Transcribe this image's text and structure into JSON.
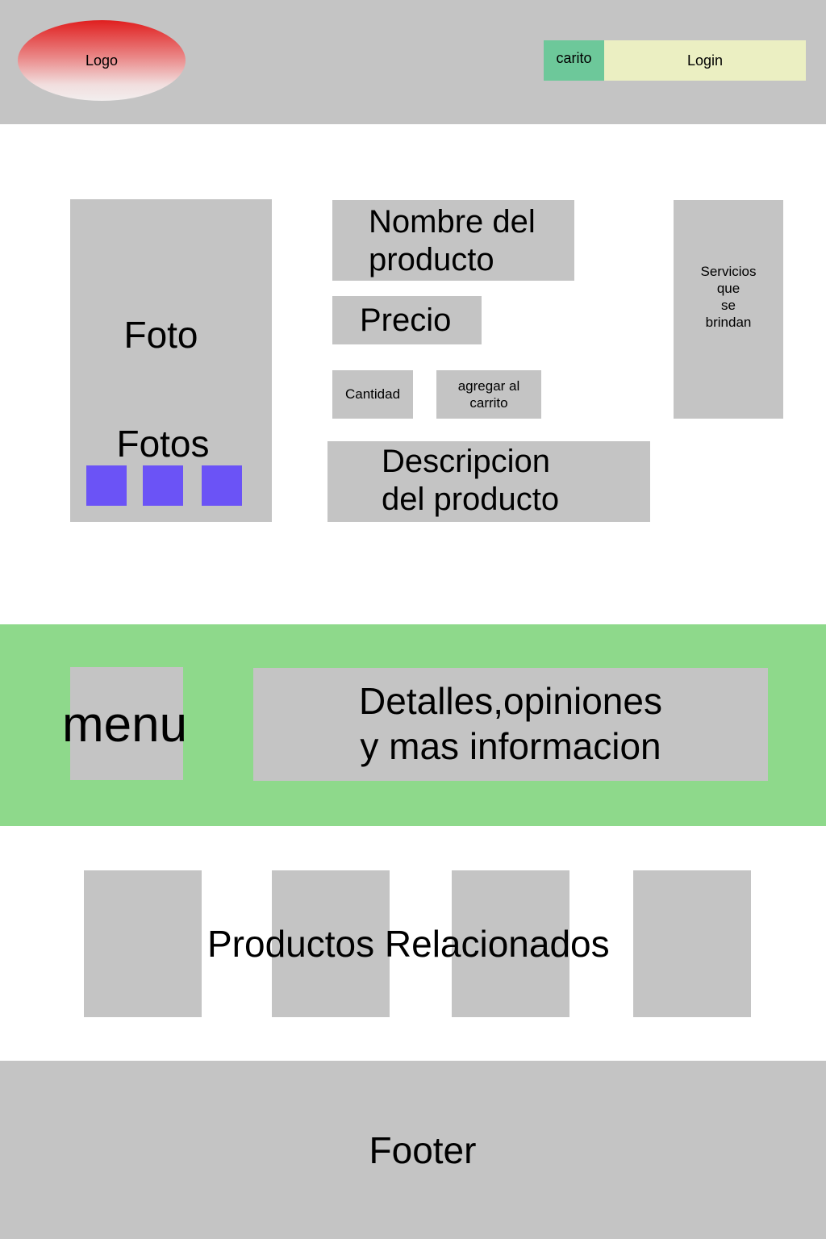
{
  "header": {
    "logo_label": "Logo",
    "cart_label": "carito",
    "login_label": "Login"
  },
  "product": {
    "photo_label": "Foto",
    "photos_label": "Fotos",
    "thumbnail_color": "#6b53f6",
    "name_line1": "Nombre del",
    "name_line2": "producto",
    "price_label": "Precio",
    "quantity_label": "Cantidad",
    "add_to_cart_label": "agregar al carrito",
    "services_lines": [
      "Servicios",
      "que",
      "se",
      "brindan"
    ],
    "description_line1": "Descripcion",
    "description_line2": "del producto"
  },
  "tabs_section": {
    "background_color": "#8ed98b",
    "menu_label": "menu",
    "details_line1": "Detalles,opiniones",
    "details_line2": "y mas informacion"
  },
  "related": {
    "label": "Productos Relacionados"
  },
  "footer": {
    "label": "Footer"
  },
  "colors": {
    "placeholder_gray": "#c4c4c4",
    "cart_button": "#6dc89a",
    "login_button": "#ebefc2",
    "logo_red": "#e01f1f"
  }
}
